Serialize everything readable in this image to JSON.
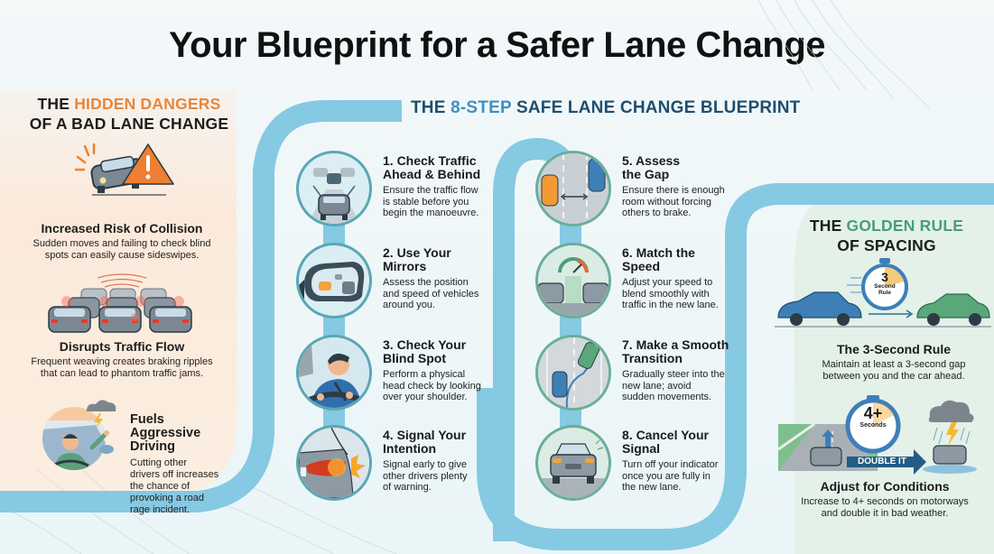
{
  "title": "Your Blueprint for a Safer Lane Change",
  "left_panel": {
    "title_prefix": "THE ",
    "title_accent": "HIDDEN DANGERS",
    "title_line2": "OF A BAD LANE CHANGE",
    "accent_color": "#e8873a",
    "dangers": [
      {
        "icon": "collision-warning-icon",
        "heading": "Increased Risk of Collision",
        "description_line1": "Sudden moves and failing to check blind",
        "description_line2": "spots can easily cause sideswipes."
      },
      {
        "icon": "traffic-braking-icon",
        "heading": "Disrupts Traffic Flow",
        "description_line1": "Frequent weaving creates braking ripples",
        "description_line2": "that can lead to phantom traffic jams."
      },
      {
        "icon": "angry-driver-icon",
        "heading_line1": "Fuels",
        "heading_line2": "Aggressive",
        "heading_line3": "Driving",
        "description_line1": "Cutting other",
        "description_line2": "drivers off increases",
        "description_line3": "the chance of",
        "description_line4": "provoking a road",
        "description_line5": "rage incident."
      }
    ]
  },
  "center": {
    "title_prefix": "THE ",
    "title_accent": "8-STEP",
    "title_suffix": " SAFE LANE CHANGE BLUEPRINT",
    "title_color": "#1f4e6e",
    "accent_color": "#3e8fc0",
    "steps": [
      {
        "number": 1,
        "icon": "traffic-ahead-behind-icon",
        "heading_line1": "1. Check Traffic",
        "heading_line2": "Ahead & Behind",
        "description_line1": "Ensure the traffic flow",
        "description_line2": "is stable before you",
        "description_line3": "begin the manoeuvre."
      },
      {
        "number": 2,
        "icon": "side-mirror-icon",
        "heading_line1": "2. Use Your",
        "heading_line2": "Mirrors",
        "description_line1": "Assess the position",
        "description_line2": "and speed of vehicles",
        "description_line3": "around you."
      },
      {
        "number": 3,
        "icon": "blind-spot-driver-icon",
        "heading_line1": "3. Check Your",
        "heading_line2": "Blind Spot",
        "description_line1": "Perform a physical",
        "description_line2": "head check by looking",
        "description_line3": "over your shoulder."
      },
      {
        "number": 4,
        "icon": "turn-signal-icon",
        "heading_line1": "4. Signal Your",
        "heading_line2": "Intention",
        "description_line1": "Signal early to give",
        "description_line2": "other drivers plenty",
        "description_line3": "of warning."
      },
      {
        "number": 5,
        "icon": "gap-assessment-icon",
        "heading_line1": "5. Assess",
        "heading_line2": "the Gap",
        "description_line1": "Ensure there is enough",
        "description_line2": "room without forcing",
        "description_line3": "others to brake."
      },
      {
        "number": 6,
        "icon": "speedometer-icon",
        "heading_line1": "6. Match the",
        "heading_line2": "Speed",
        "description_line1": "Adjust your speed to",
        "description_line2": "blend smoothly with",
        "description_line3": "traffic in the new lane."
      },
      {
        "number": 7,
        "icon": "smooth-transition-icon",
        "heading_line1": "7. Make a Smooth",
        "heading_line2": "Transition",
        "description_line1": "Gradually steer into the",
        "description_line2": "new lane; avoid",
        "description_line3": "sudden movements."
      },
      {
        "number": 8,
        "icon": "cancel-signal-icon",
        "heading_line1": "8. Cancel Your",
        "heading_line2": "Signal",
        "description_line1": "Turn off your indicator",
        "description_line2": "once you are fully in",
        "description_line3": "the new lane."
      }
    ]
  },
  "right_panel": {
    "title_prefix": "THE ",
    "title_accent": "GOLDEN RULE",
    "title_line2": "OF SPACING",
    "accent_color": "#4a9d7a",
    "stopwatch_1": {
      "number": "3",
      "label_line1": "Second",
      "label_line2": "Rule"
    },
    "rule_1": {
      "heading": "The 3-Second Rule",
      "description_line1": "Maintain at least a 3-second gap",
      "description_line2": "between you and the car ahead."
    },
    "stopwatch_2": {
      "number": "4+",
      "label": "Seconds"
    },
    "double_it_label": "DOUBLE IT",
    "rule_2": {
      "heading": "Adjust for Conditions",
      "description_line1": "Increase to 4+ seconds on motorways",
      "description_line2": "and double it in bad weather."
    }
  },
  "colors": {
    "road": "#86c9e3",
    "left_bg": "#fbeee0",
    "right_bg": "#e3f1e9",
    "bubble_border": "#5aa7b5",
    "warning_orange": "#ee7f33"
  }
}
